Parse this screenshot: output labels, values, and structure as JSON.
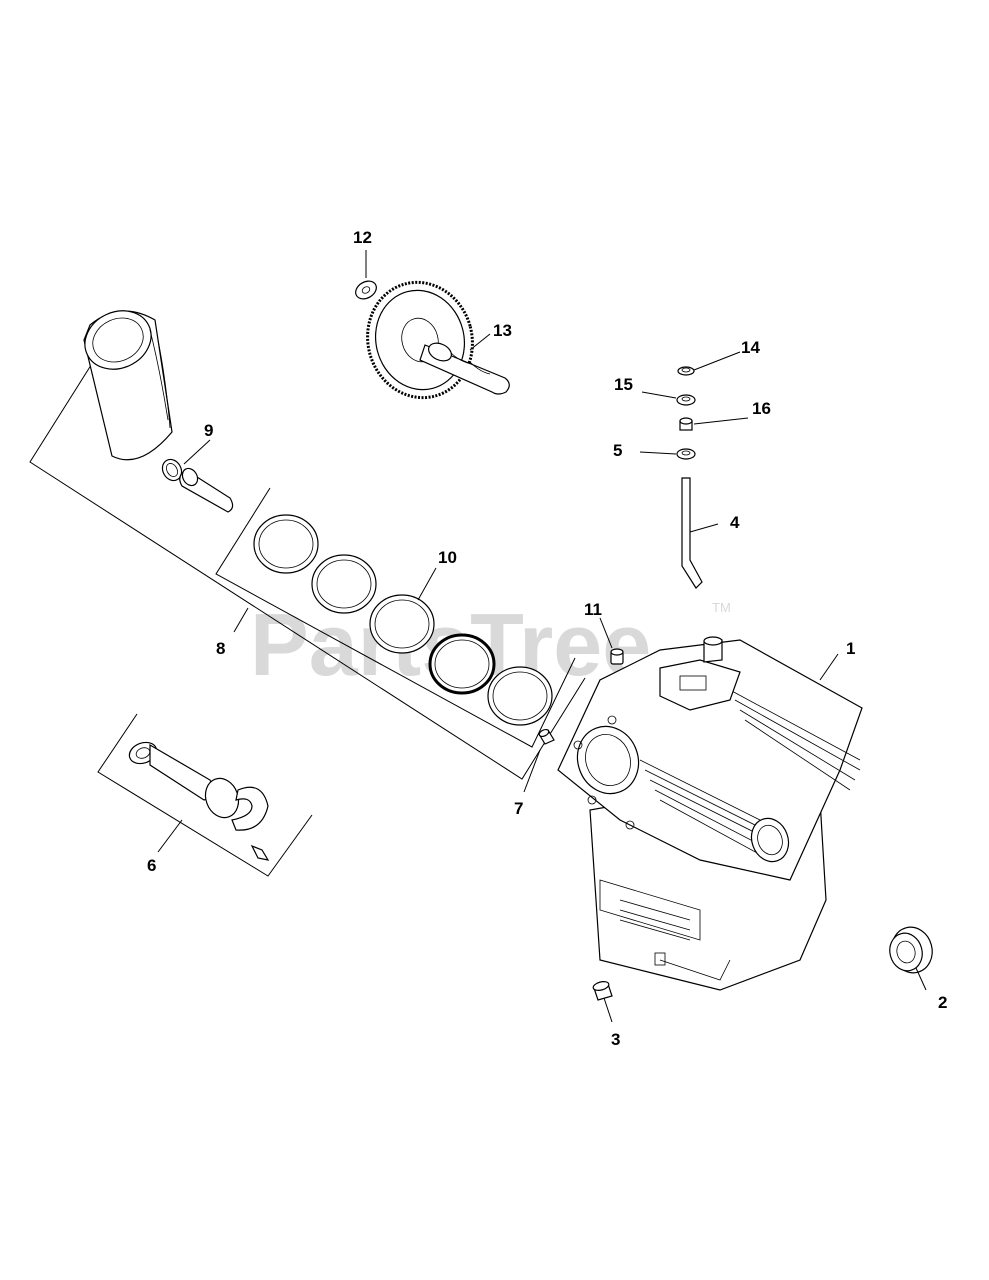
{
  "watermark": {
    "text": "PartsTree",
    "trademark": "TM"
  },
  "callouts": {
    "c1": "1",
    "c2": "2",
    "c3": "3",
    "c4": "4",
    "c5": "5",
    "c6": "6",
    "c7": "7",
    "c8": "8",
    "c9": "9",
    "c10": "10",
    "c11": "11",
    "c12": "12",
    "c13": "13",
    "c14": "14",
    "c15": "15",
    "c16": "16"
  }
}
